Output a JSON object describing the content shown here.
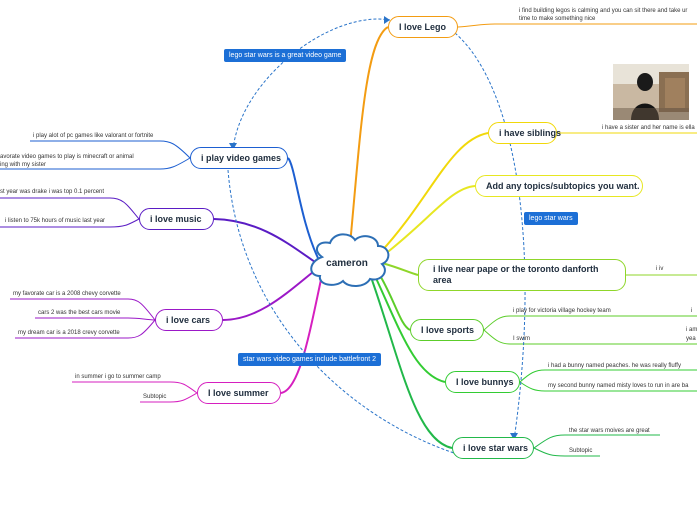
{
  "center": "cameron",
  "topics": {
    "lego": "I love Lego",
    "siblings": "i have siblings",
    "add": "Add any topics/subtopics you want.",
    "pape": "i live near pape or the toronto danforth area",
    "sports": "I love  sports",
    "bunnys": "I love bunnys",
    "starwars": "i love star wars",
    "videogames": "i play video games",
    "music": "i love  music",
    "cars": "i love cars",
    "summer": "I love summer"
  },
  "subtopics": {
    "lego": [
      "i find building legos is calming and you can sit there and take ur time to make something nice"
    ],
    "siblings": [
      "i have a sister and her name is ella"
    ],
    "pape": [
      "i iv"
    ],
    "sports": [
      "i play for victoria village hockey team",
      "I swim",
      "i",
      "i am",
      "yea"
    ],
    "bunnys": [
      "i had a bunny named peaches. he was really fluffy",
      "my second bunny named misty loves to run in are ba"
    ],
    "starwars": [
      "the star wars moives are great",
      "Subtopic"
    ],
    "videogames": [
      "i play alot of pc games like valorant or fortnite",
      "avorate video games to play is minecraft or animal",
      "ing with my sister"
    ],
    "music": [
      "st year was drake i was top 0.1 percent",
      "i listen to 75k hours of music last year"
    ],
    "cars": [
      "my favorate car is a 2008 chevy corvette",
      "cars 2 was the best cars movie",
      "my dream car is a 2018 crevy corvette"
    ],
    "summer": [
      "in summer i go to summer camp",
      "Subtopic"
    ]
  },
  "callouts": {
    "lego": "lego star wars is a great video game",
    "legosw": "lego star wars",
    "sw": "star wars video games include battlefront 2"
  },
  "colors": {
    "lego": "#f39c12",
    "siblings": "#f1d80a",
    "add": "#e7e722",
    "pape": "#8fd62a",
    "sports": "#5ccd2a",
    "bunnys": "#33cc33",
    "starwars": "#22b84a",
    "videogames": "#1d5fd1",
    "music": "#5a1cc4",
    "cars": "#9b18c7",
    "summer": "#d61fbf",
    "center": "#2d6fb5",
    "callout": "#1c6fd6",
    "link": "#2a74c9"
  }
}
